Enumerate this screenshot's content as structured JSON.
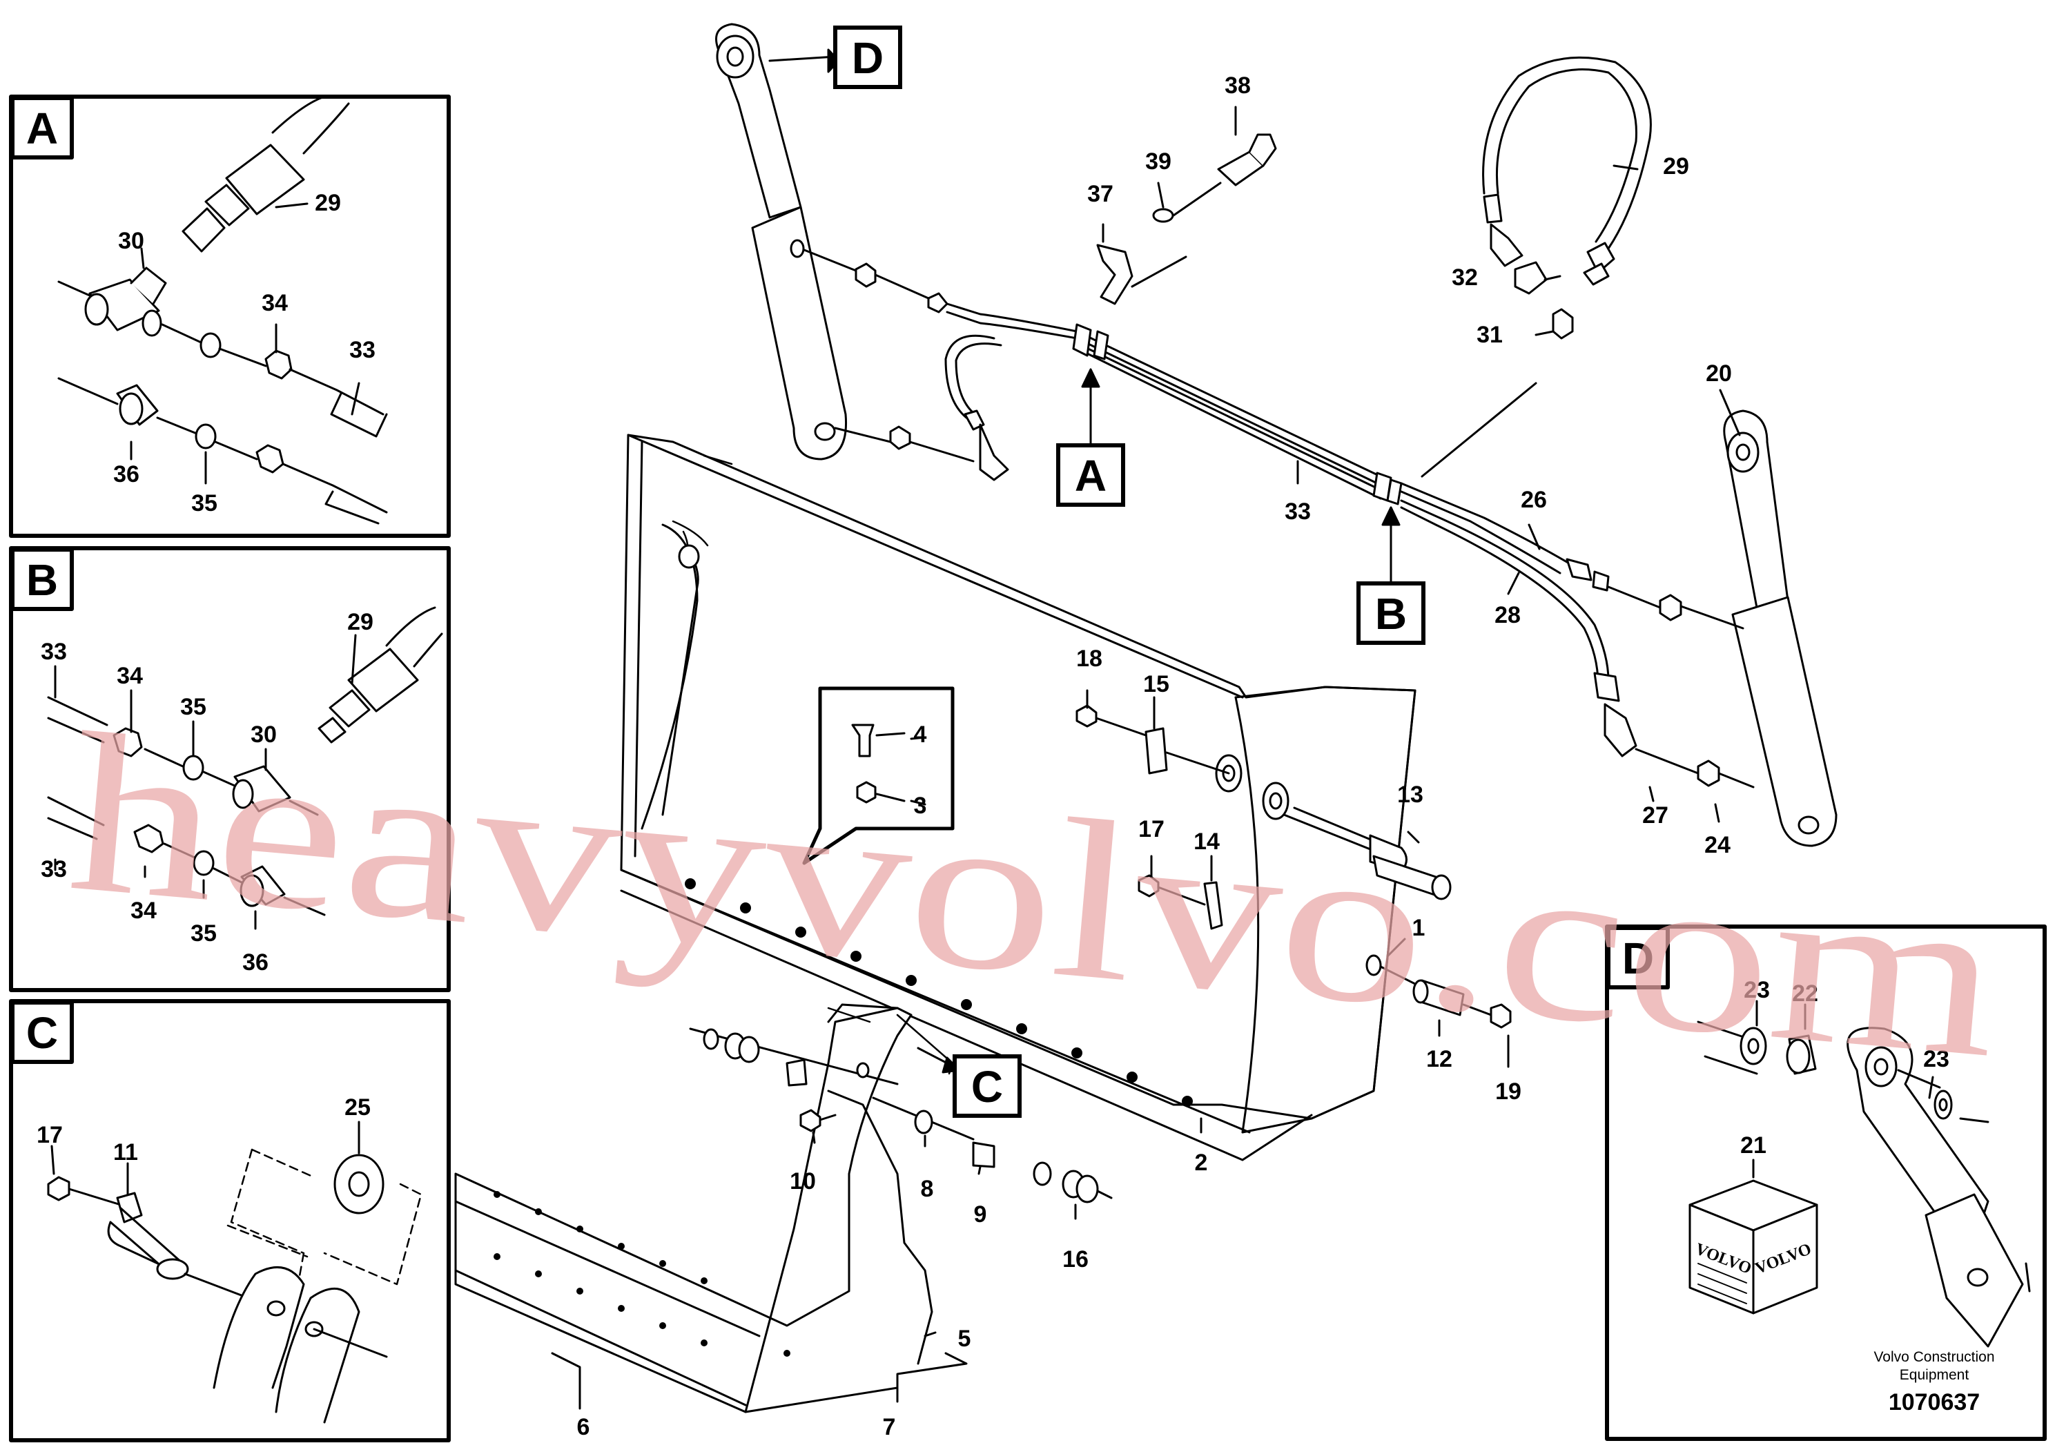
{
  "insets": {
    "a": {
      "letter": "A",
      "parts": [
        "29",
        "30",
        "34",
        "33",
        "36",
        "35"
      ]
    },
    "b": {
      "letter": "B",
      "parts": [
        "33",
        "34",
        "35",
        "29",
        "30",
        "33",
        "34",
        "35",
        "36"
      ]
    },
    "c": {
      "letter": "C",
      "parts": [
        "17",
        "11",
        "25"
      ]
    },
    "d": {
      "letter": "D",
      "parts": [
        "23",
        "22",
        "23",
        "21"
      ]
    }
  },
  "callouts": {
    "a": "A",
    "b": "B",
    "c": "C",
    "d": "D"
  },
  "main_parts": [
    "38",
    "39",
    "37",
    "29",
    "32",
    "31",
    "20",
    "33",
    "26",
    "28",
    "18",
    "15",
    "4",
    "3",
    "13",
    "17",
    "14",
    "1",
    "27",
    "24",
    "12",
    "19",
    "2",
    "10",
    "8",
    "9",
    "16",
    "5",
    "6",
    "7"
  ],
  "logo_word": "VOLVO",
  "credit": {
    "line1": "Volvo Construction",
    "line2": "Equipment"
  },
  "drawing_number": "1070637",
  "watermark": "heavyvolvo.com"
}
